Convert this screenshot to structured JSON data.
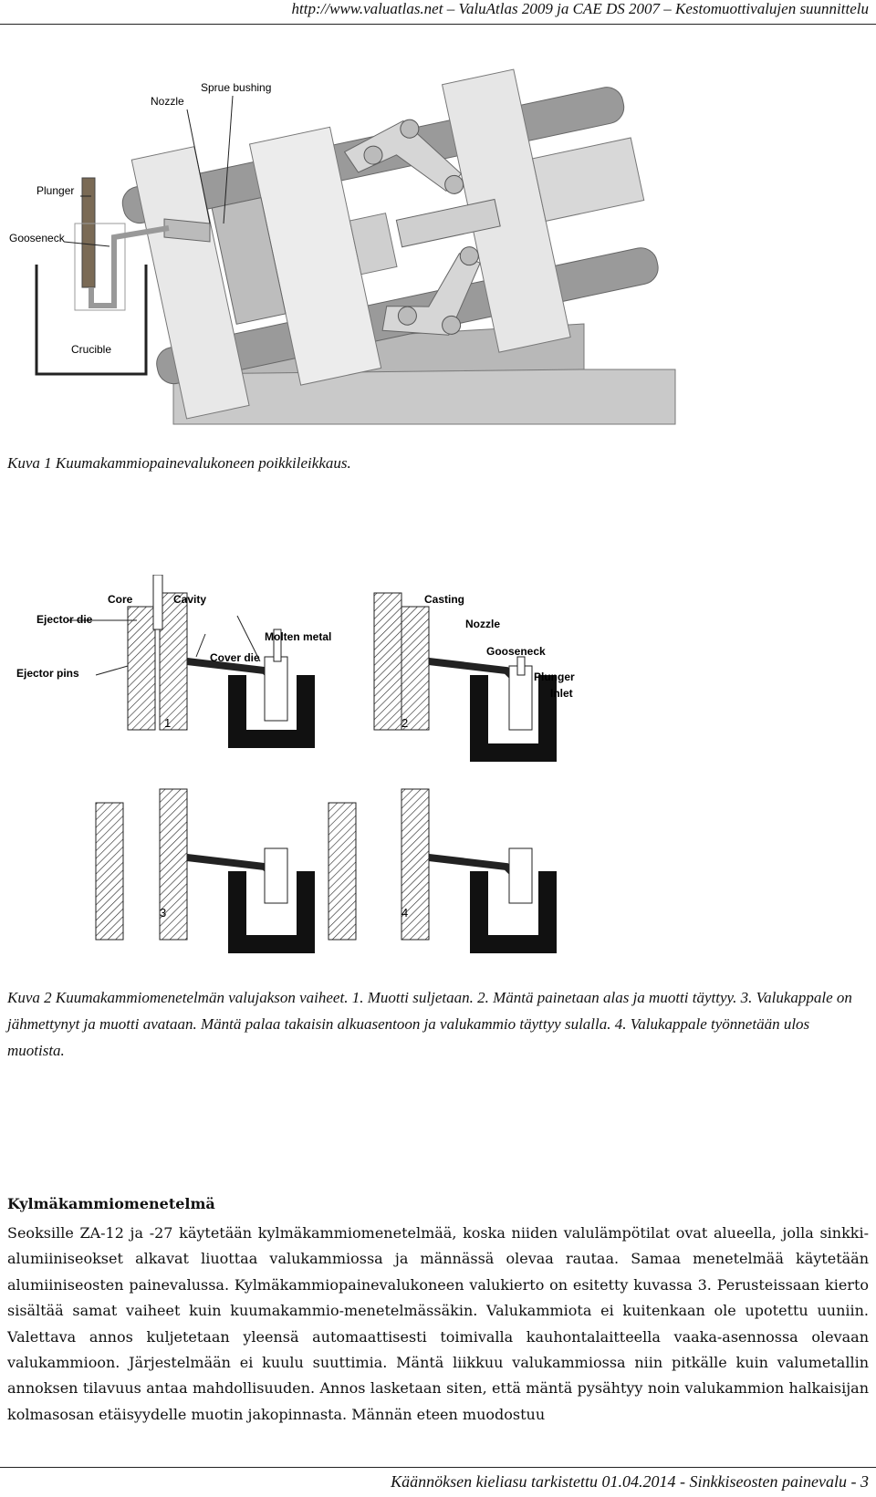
{
  "header": {
    "text": "http://www.valuatlas.net – ValuAtlas 2009 ja CAE DS 2007 – Kestomuottivalujen suunnittelu"
  },
  "figure1": {
    "labels": {
      "nozzle": "Nozzle",
      "sprue_bushing": "Sprue bushing",
      "plunger": "Plunger",
      "gooseneck": "Gooseneck",
      "crucible": "Crucible"
    },
    "caption": "Kuva 1   Kuumakammiopainevalukoneen poikkileikkaus."
  },
  "figure2": {
    "labels": {
      "core": "Core",
      "cavity": "Cavity",
      "ejector_die": "Ejector die",
      "molten_metal": "Molten metal",
      "cover_die": "Cover die",
      "ejector_pins": "Ejector pins",
      "casting": "Casting",
      "nozzle": "Nozzle",
      "gooseneck": "Gooseneck",
      "plunger": "Plunger",
      "inlet": "Inlet"
    },
    "step_numbers": [
      "1",
      "2",
      "3",
      "4"
    ],
    "caption": "Kuva 2   Kuumakammiomenetelmän valujakson vaiheet. 1. Muotti suljetaan. 2. Mäntä painetaan alas ja muotti täyttyy. 3. Valukappale on jähmettynyt ja muotti avataan. Mäntä palaa takaisin alkuasentoon ja valukammio täyttyy sulalla. 4. Valukappale työnnetään ulos muotista."
  },
  "section": {
    "title": "Kylmäkammiomenetelmä",
    "paragraph": "Seoksille ZA-12 ja -27 käytetään kylmäkammiomenetelmää, koska niiden valulämpötilat ovat alueella, jolla sinkki-alumiiniseokset alkavat liuottaa valukammiossa ja männässä olevaa rautaa. Samaa menetelmää käytetään alumiiniseosten painevalussa. Kylmäkammiopainevalukoneen valukierto on esitetty kuvassa 3. Perusteissaan kierto sisältää samat vaiheet kuin kuumakammio-menetelmässäkin. Valukammiota ei kuitenkaan ole upotettu uuniin. Valettava annos kuljetetaan yleensä automaattisesti toimivalla kauhontalaitteella vaaka-asennossa olevaan valukammioon. Järjestelmään ei kuulu suuttimia. Mäntä liikkuu valukammiossa niin pitkälle kuin valumetallin annoksen tilavuus antaa mahdollisuuden. Annos lasketaan siten, että mäntä pysähtyy noin valukammion halkaisijan kolmasosan etäisyydelle muotin jakopinnasta. Männän eteen muodostuu"
  },
  "footer": {
    "text": "Käännöksen kieliasu tarkistettu 01.04.2014 - Sinkkiseosten painevalu - 3"
  }
}
